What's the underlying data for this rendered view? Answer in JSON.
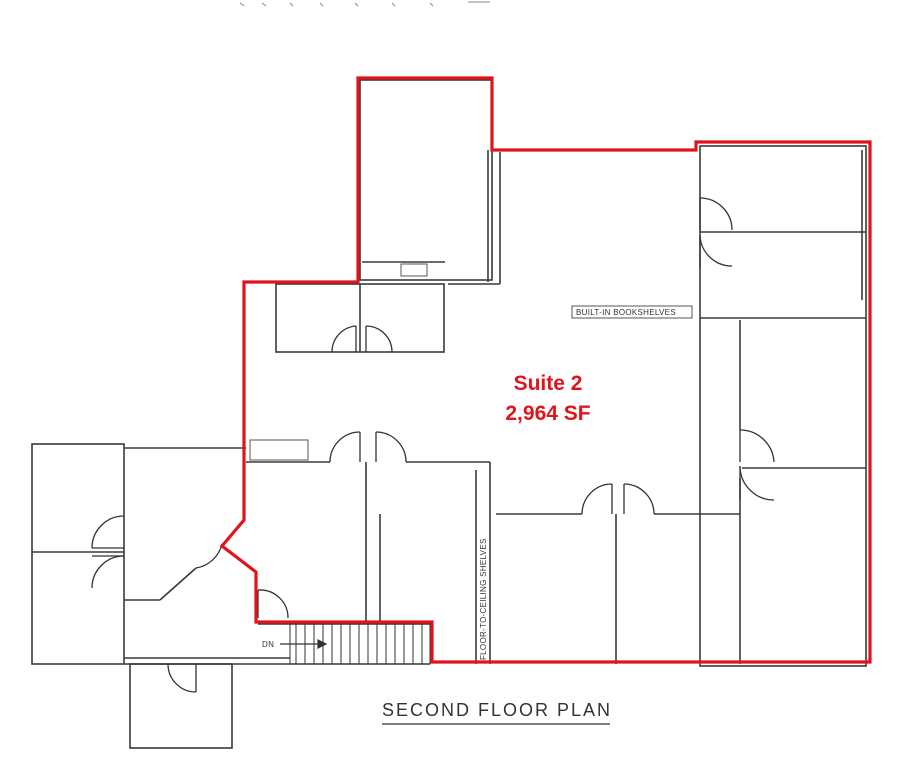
{
  "plan": {
    "title": "SECOND FLOOR PLAN",
    "suite": {
      "name": "Suite 2",
      "area": "2,964 SF",
      "outline_color": "#e0141c"
    },
    "labels": {
      "bookshelves": "BUILT-IN BOOKSHELVES",
      "shelves": "FLOOR-TO-CEILING SHELVES",
      "stair_direction": "DN"
    }
  }
}
